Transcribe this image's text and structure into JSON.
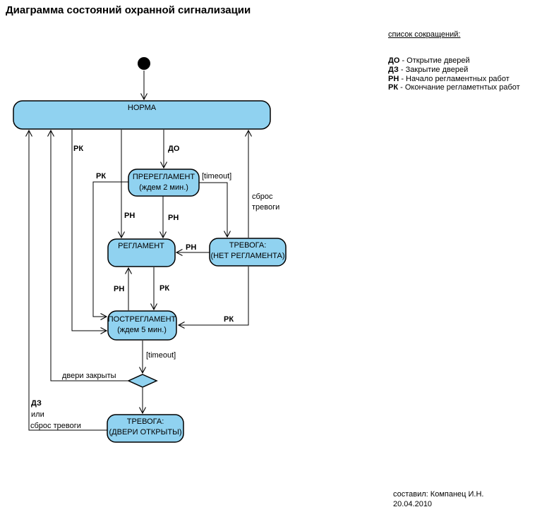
{
  "title": "Диаграмма состояний охранной сигнализации",
  "legend": {
    "heading": "список сокращений:",
    "items": [
      {
        "abbr": "ДО",
        "desc": " - Открытие дверей"
      },
      {
        "abbr": "ДЗ",
        "desc": " - Закрытие дверей"
      },
      {
        "abbr": "РН",
        "desc": " - Начало регламентных работ"
      },
      {
        "abbr": "РК",
        "desc": " - Окончание регламетнтых работ"
      }
    ]
  },
  "footer": {
    "author": "составил: Компанец И.Н.",
    "date": "20.04.2010"
  },
  "colors": {
    "state_fill": "#90D2F0",
    "state_border": "#000000",
    "background": "#FFFFFF"
  },
  "nodes": {
    "norma": {
      "label": "НОРМА"
    },
    "prereglament": {
      "line1": "ПРЕРЕГЛАМЕНТ",
      "line2": "(ждем 2 мин.)"
    },
    "reglament": {
      "label": "РЕГЛАМЕНТ"
    },
    "trevoga_net_reglamenta": {
      "line1": "ТРЕВОГА:",
      "line2": "(НЕТ РЕГЛАМЕНТА)"
    },
    "postreglament": {
      "line1": "ПОСТРЕГЛАМЕНТ",
      "line2": "(ждем 5 мин.)"
    },
    "trevoga_dveri_otkryty": {
      "line1": "ТРЕВОГА:",
      "line2": "(ДВЕРИ ОТКРЫТЫ)"
    }
  },
  "edges": {
    "do_from_norma": "ДО",
    "rn_from_norma": "РН",
    "rk_from_norma": "РК",
    "rn_from_prereglament": "РН",
    "rk_from_prereglament": "РК",
    "timeout_from_prereglament": "[timeout]",
    "rn_from_trevoga": "РН",
    "sbros_trevogi_line1": "сброс",
    "sbros_trevogi_line2": "тревоги",
    "rk_from_trevoga": "РК",
    "rk_from_reglament": "РК",
    "rn_from_postreglament": "РН",
    "timeout_from_postreglament": "[timeout]",
    "dveri_zakryty": "двери закрыты",
    "dz_line1": "ДЗ",
    "dz_line2": "или",
    "dz_line3": "сброс тревоги"
  }
}
